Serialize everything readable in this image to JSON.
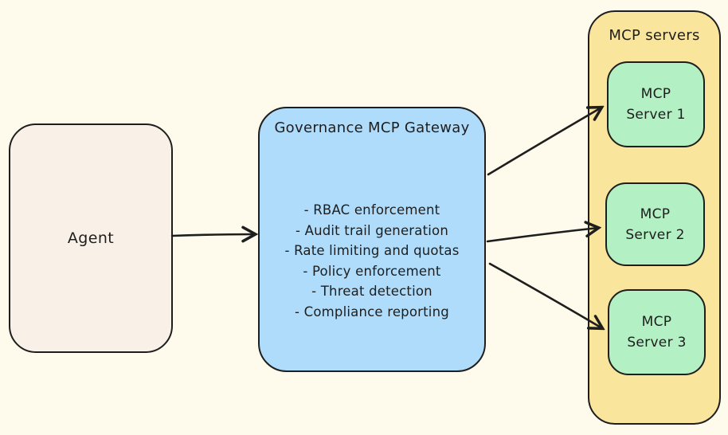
{
  "agent": {
    "label": "Agent"
  },
  "gateway": {
    "title": "Governance MCP Gateway",
    "items": [
      "- RBAC enforcement",
      "- Audit trail generation",
      "- Rate limiting and quotas",
      "- Policy enforcement",
      "- Threat detection",
      "- Compliance reporting"
    ]
  },
  "servers": {
    "title": "MCP servers",
    "list": [
      {
        "label": "MCP Server 1"
      },
      {
        "label": "MCP Server 2"
      },
      {
        "label": "MCP Server 3"
      }
    ]
  },
  "colors": {
    "background": "#FFFBEC",
    "agent_fill": "#F9F1E7",
    "gateway_fill": "#AFDCFB",
    "servers_group_fill": "#FAE59C",
    "server_fill": "#B3F0C3",
    "stroke": "#1E1E1E"
  }
}
